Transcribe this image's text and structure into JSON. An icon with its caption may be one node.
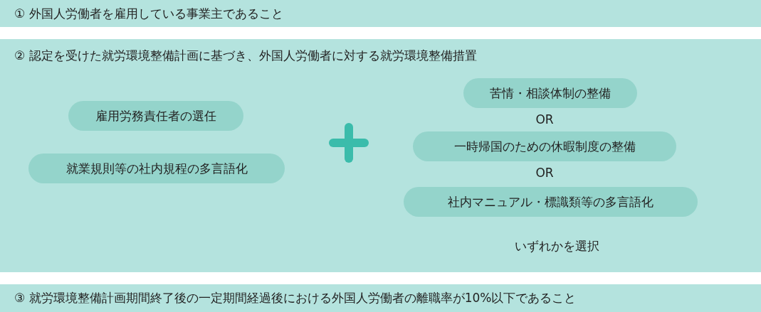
{
  "diagram": {
    "nodes": [
      {
        "text": [
          "① 外国人労働者を雇用している事業主であること"
        ]
      },
      {
        "text": [
          "② 認定を受けた就労環境整備計画に基づき、外国人労働者に対する就労環境整備措置"
        ]
      },
      {
        "text": [
          "雇用労務責任者の選任"
        ],
        "in": 1
      },
      {
        "text": [
          "就業規則等の社内規程の多言語化"
        ],
        "in": 1
      },
      {
        "text": [
          "苦情・相談体制の整備"
        ],
        "in": 1
      },
      {
        "text": [
          "一時帰国のための休暇制度の整備"
        ],
        "in": 1
      },
      {
        "text": [
          "社内マニュアル・標識類等の多言語化"
        ],
        "in": 1
      },
      {
        "text": [
          "③ 就労環境整備計画期間終了後の一定期間経過後における外国人労働者の離職率が10%以下であること"
        ]
      }
    ],
    "labels": [
      "OR",
      "OR",
      "いずれかを選択"
    ]
  }
}
